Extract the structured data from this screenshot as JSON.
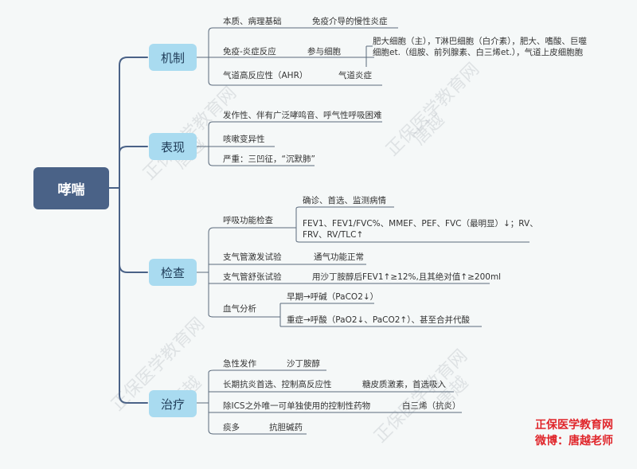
{
  "root": "哮喘",
  "branches": {
    "mechanism": {
      "label": "机制",
      "r1": {
        "a": "本质、病理基础",
        "b": "免疫介导的慢性炎症"
      },
      "r2": {
        "a": "免疫-炎症反应",
        "b": "参与细胞",
        "c1": "肥大细胞（主），T淋巴细胞（白介素），肥大、嗜酸、巨噬",
        "c2": "细胞et.（组胺、前列腺素、白三烯et.），气道上皮细胞胞"
      },
      "r3": {
        "a": "气道高反应性（AHR）",
        "b": "气道炎症"
      }
    },
    "manifestation": {
      "label": "表现",
      "r1": "发作性、伴有广泛哮鸣音、呼气性呼吸困难",
      "r2": "咳嗽变异性",
      "r3": "严重：三凹征，“沉默肺”"
    },
    "exam": {
      "label": "检查",
      "r1": {
        "a": "呼吸功能检查",
        "b": "确诊、首选、监测病情",
        "c": "FEV1、FEV1/FVC%、MMEF、PEF、FVC（最明显）↓；RV、FRV、RV/TLC↑"
      },
      "r2": {
        "a": "支气管激发试验",
        "b": "通气功能正常"
      },
      "r3": {
        "a": "支气管舒张试验",
        "b": "用沙丁胺醇后FEV1↑≥12%,且其绝对值↑≥200ml"
      },
      "r4": {
        "a": "血气分析",
        "b": "早期→呼碱（PaCO2↓）",
        "c": "重症→呼酸（PaO2↓、PaCO2↑）、甚至合并代酸"
      }
    },
    "treatment": {
      "label": "治疗",
      "r1": {
        "a": "急性发作",
        "b": "沙丁胺醇"
      },
      "r2": {
        "a": "长期抗炎首选、控制高反应性",
        "b": "糖皮质激素，首选吸入"
      },
      "r3": {
        "a": "除ICS之外唯一可单独使用的控制性药物",
        "b": "白三烯（抗炎）"
      },
      "r4": {
        "a": "痰多",
        "b": "抗胆碱药"
      }
    }
  },
  "watermark": {
    "org": "正保医学教育网",
    "name": "唐越"
  },
  "brand": {
    "line1": "正保医学教育网",
    "line2": "微博：唐越老师"
  }
}
